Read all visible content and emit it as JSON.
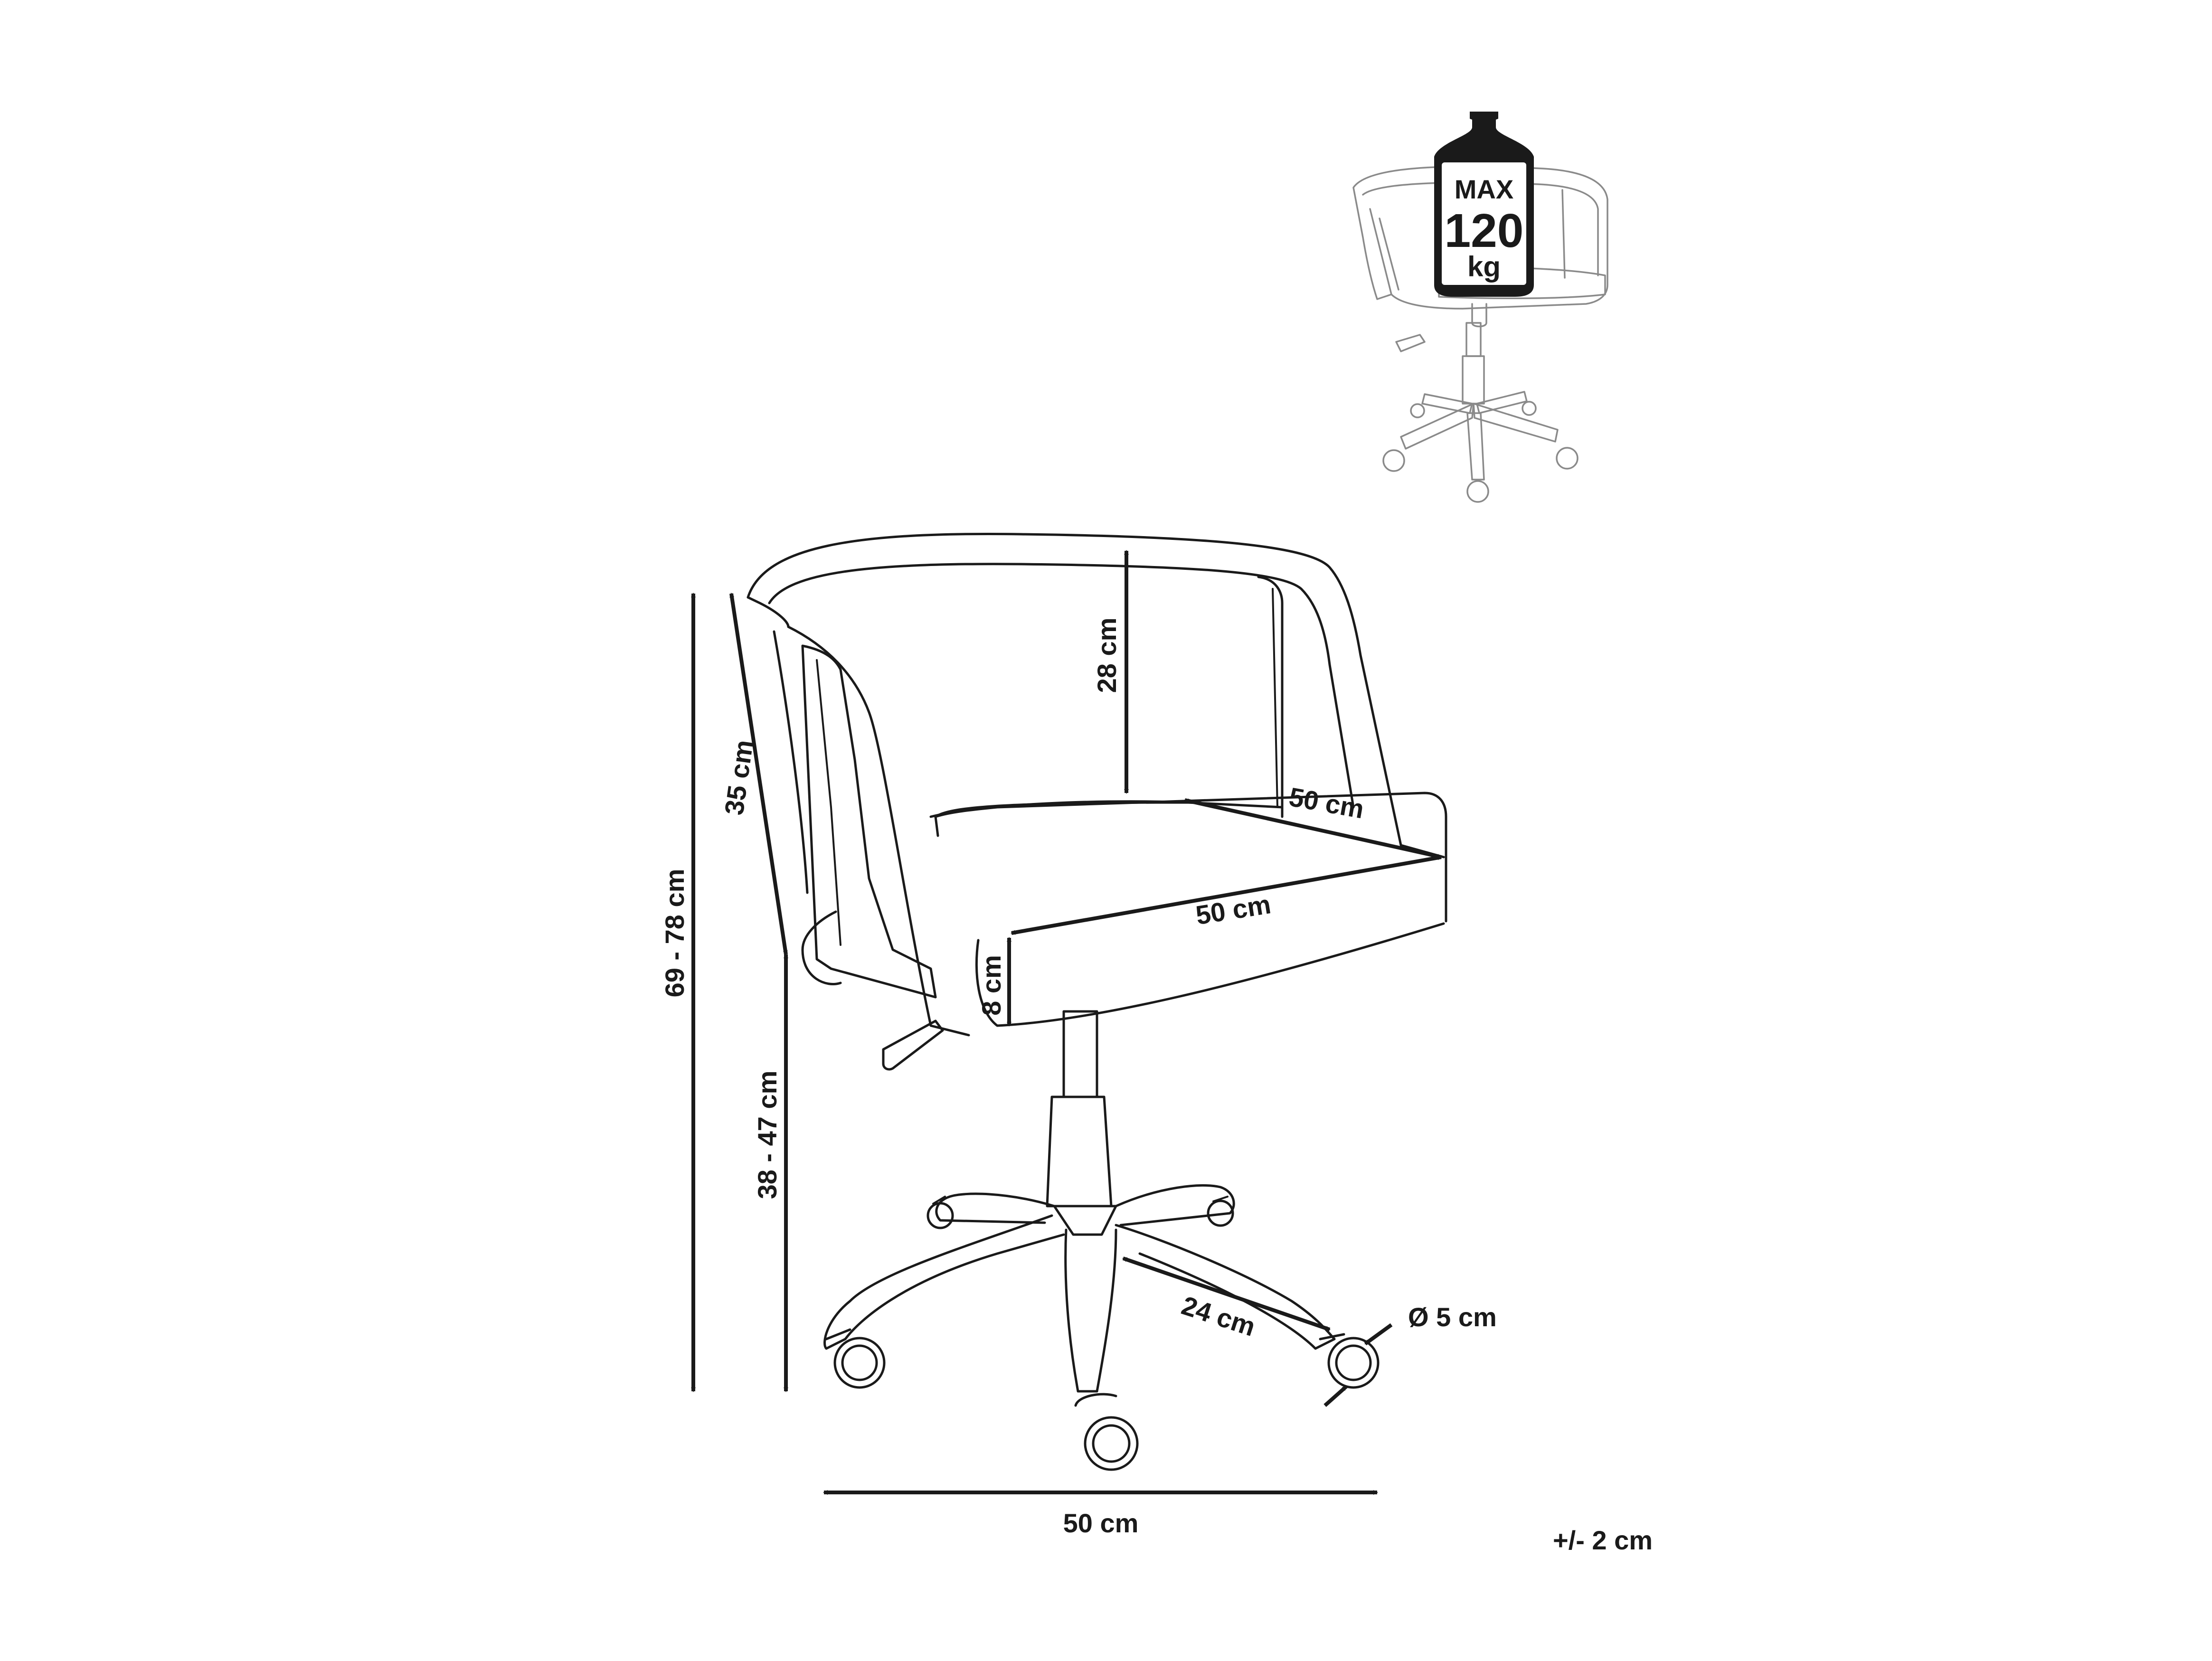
{
  "load_badge": {
    "max_label": "MAX",
    "value": "120",
    "unit": "kg"
  },
  "dimensions": {
    "backrest_height": "28 cm",
    "seat_depth": "50 cm",
    "seat_width": "50 cm",
    "seat_thickness": "8 cm",
    "armrest_height": "35 cm",
    "total_height": "69 - 78 cm",
    "seat_height": "38 - 47 cm",
    "base_radius": "24 cm",
    "wheel_diameter": "Ø 5 cm",
    "base_width": "50 cm"
  },
  "tolerance": "+/- 2 cm",
  "colors": {
    "line": "#1a1a1a",
    "thumbnail_line": "#8a8a8a",
    "background": "#ffffff"
  }
}
